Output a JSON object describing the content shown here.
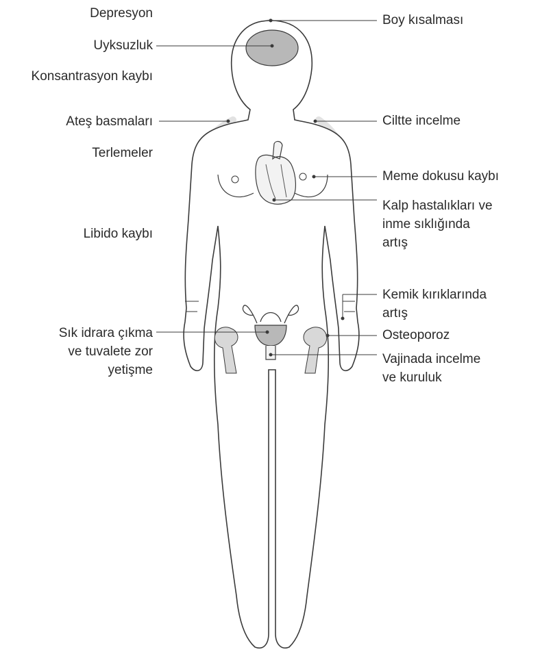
{
  "labels_left": [
    {
      "id": "depresyon",
      "lines": [
        "Depresyon"
      ]
    },
    {
      "id": "uyksuzluk",
      "lines": [
        "Uyksuzluk"
      ]
    },
    {
      "id": "konsantrasyon",
      "lines": [
        "Konsantrasyon kaybı"
      ]
    },
    {
      "id": "ates",
      "lines": [
        "Ateş basmaları"
      ]
    },
    {
      "id": "terlemeler",
      "lines": [
        "Terlemeler"
      ]
    },
    {
      "id": "libido",
      "lines": [
        "Libido kaybı"
      ]
    },
    {
      "id": "idrar",
      "lines": [
        "Sık idrara çıkma",
        "ve tuvalete zor",
        "yetişme"
      ]
    }
  ],
  "labels_right": [
    {
      "id": "boy",
      "lines": [
        "Boy kısalması"
      ]
    },
    {
      "id": "cilt",
      "lines": [
        "Ciltte incelme"
      ]
    },
    {
      "id": "meme",
      "lines": [
        "Meme dokusu kaybı"
      ]
    },
    {
      "id": "kalp",
      "lines": [
        "Kalp hastalıkları ve",
        "inme sıklığında",
        "artış"
      ]
    },
    {
      "id": "kemik",
      "lines": [
        "Kemik kırıklarında",
        "artış"
      ]
    },
    {
      "id": "osteoporoz",
      "lines": [
        "Osteoporoz"
      ]
    },
    {
      "id": "vajina",
      "lines": [
        "Vajinada incelme",
        "ve kuruluk"
      ]
    }
  ],
  "colors": {
    "outline": "#3a3a3a",
    "organ_fill": "#b8b8b8",
    "bone_fill": "#d8d8d8",
    "shadow": "#e2e2e2",
    "text": "#2a2a2a"
  }
}
